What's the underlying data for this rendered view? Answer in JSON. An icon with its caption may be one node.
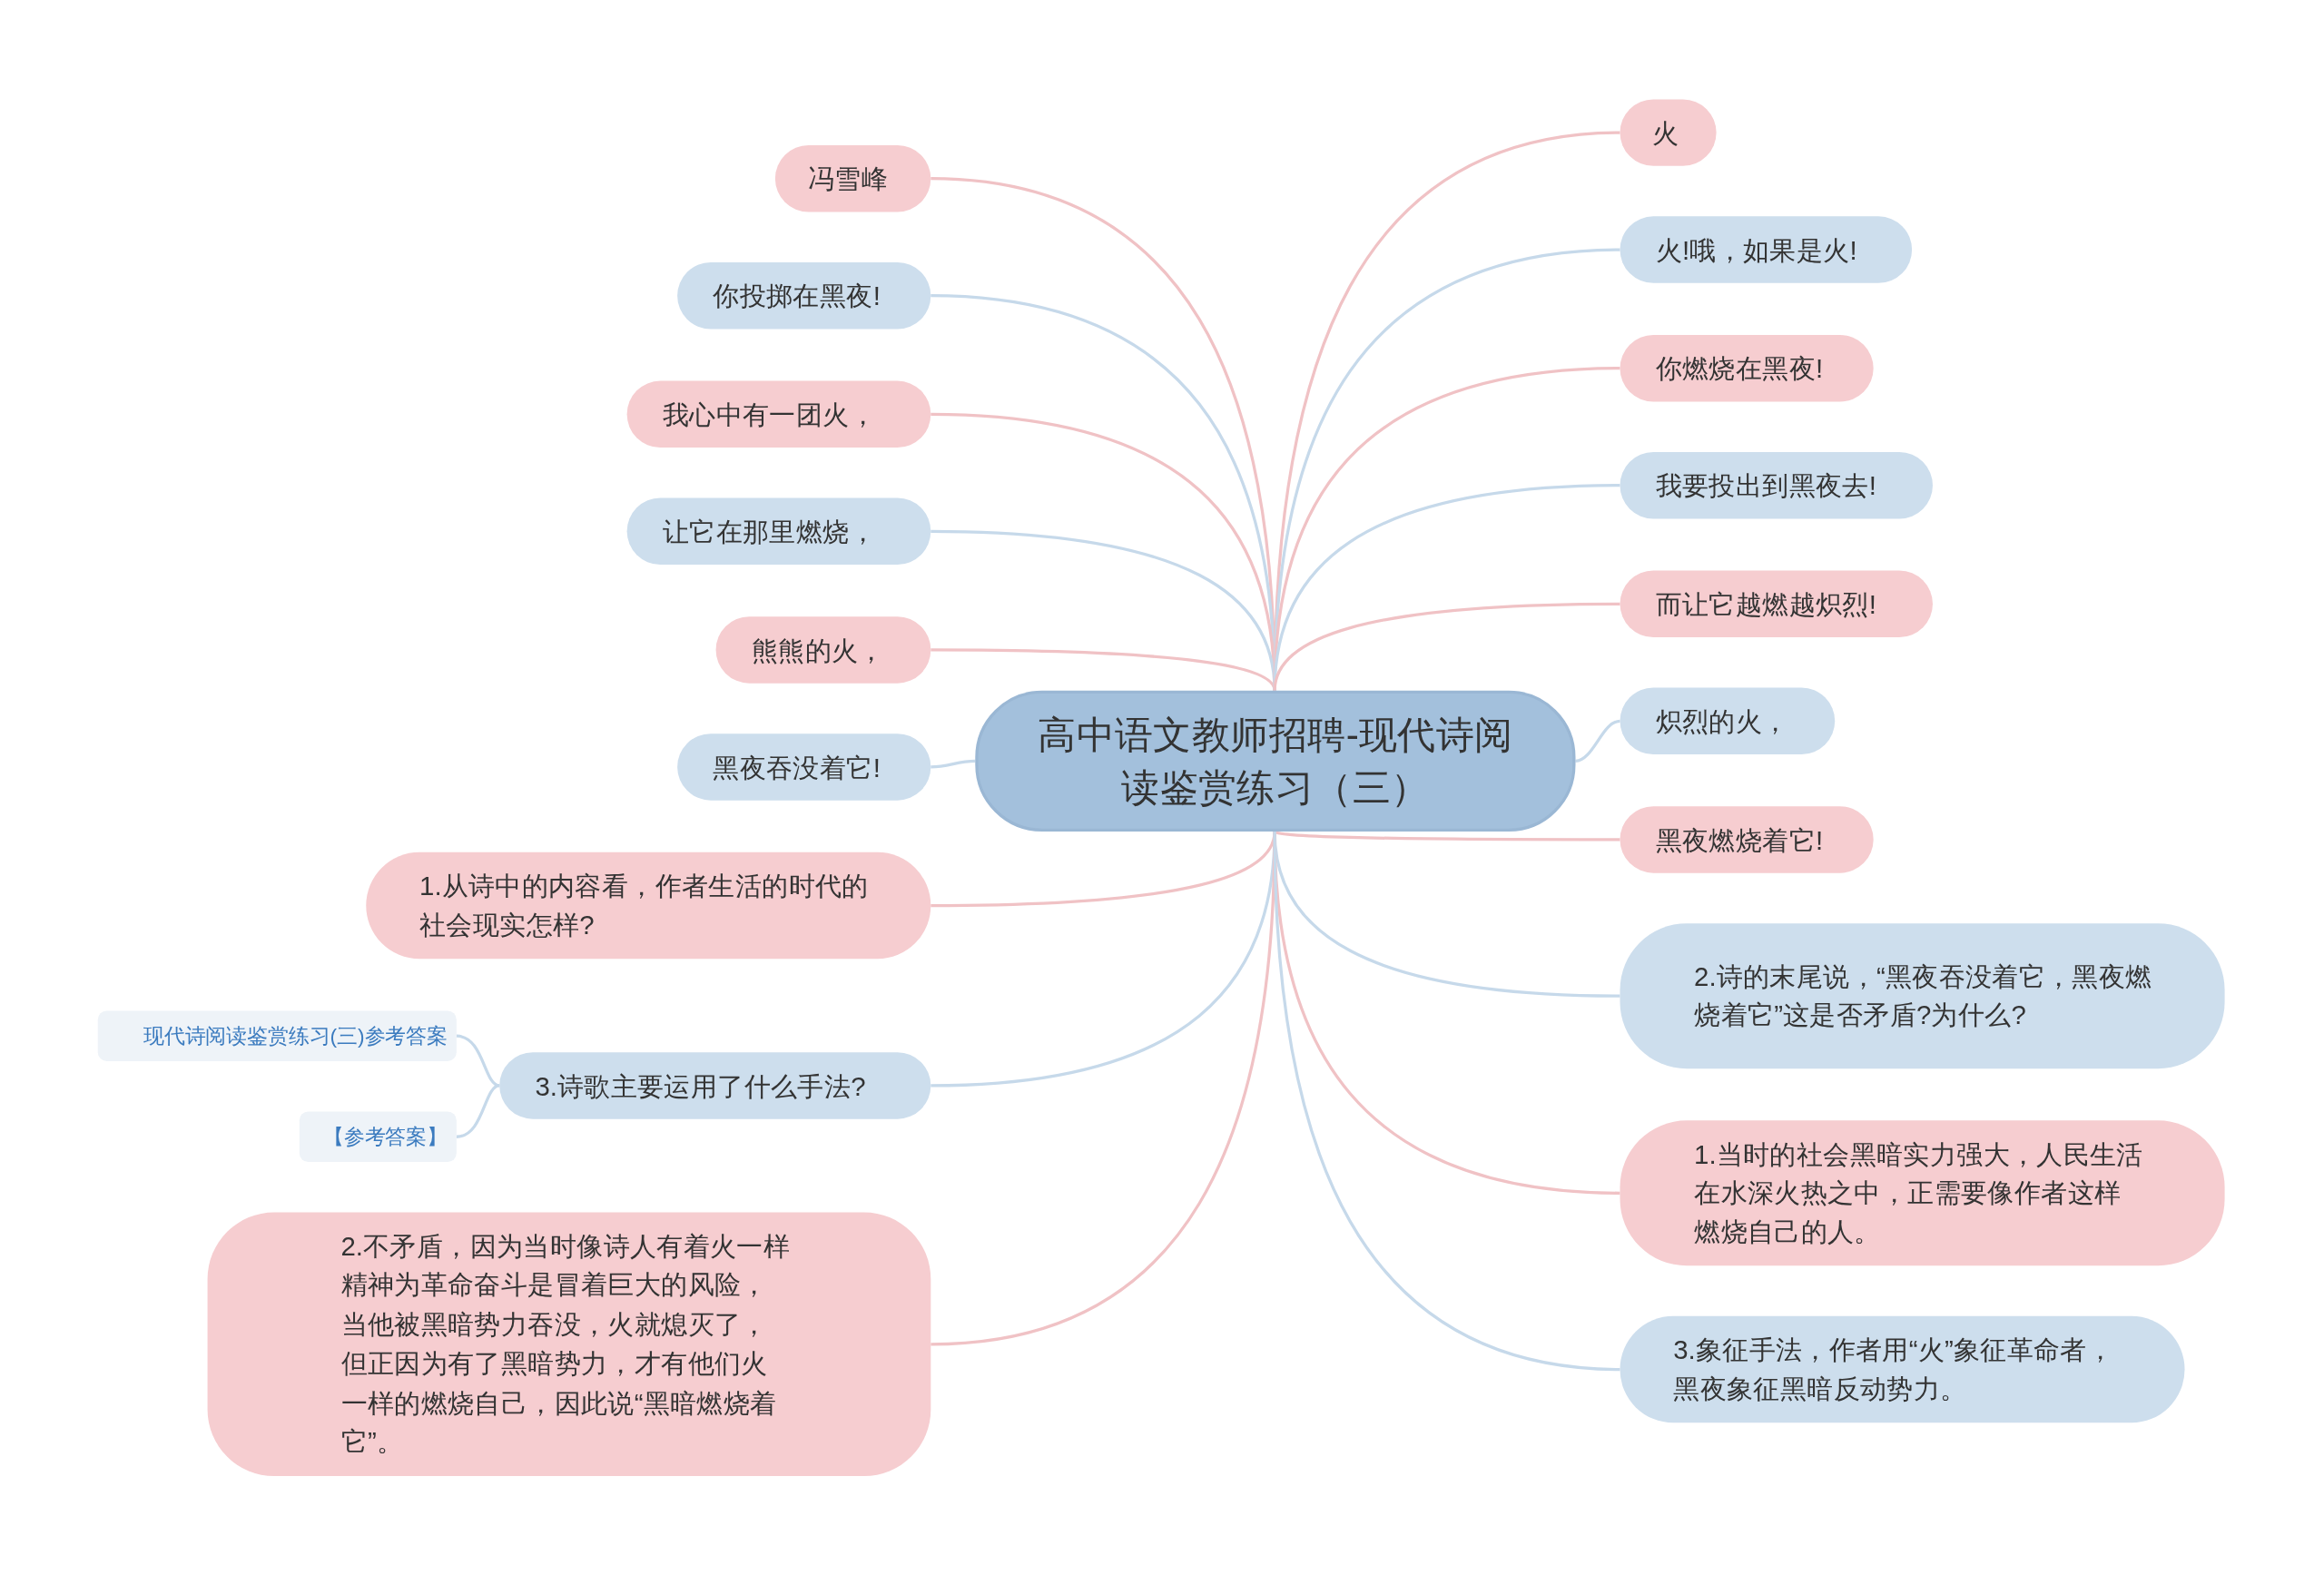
{
  "diagram": {
    "nodes": [
      {
        "text": [
          "高中语文教师招聘-现代诗阅读鉴赏练习（三）"
        ]
      },
      {
        "text": [
          "冯雪峰"
        ]
      },
      {
        "text": [
          "你投掷在黑夜!"
        ]
      },
      {
        "text": [
          "我心中有一团火，"
        ]
      },
      {
        "text": [
          "让它在那里燃烧，"
        ]
      },
      {
        "text": [
          "熊熊的火，"
        ]
      },
      {
        "text": [
          "黑夜吞没着它!"
        ]
      },
      {
        "text": [
          "1.从诗中的内容看，作者生活的时代的社会现实怎样?"
        ]
      },
      {
        "text": [
          "3.诗歌主要运用了什么手法?"
        ]
      },
      {
        "text": [
          "现代诗阅读鉴赏练习(三)参考答案"
        ]
      },
      {
        "text": [
          "【参考答案】"
        ]
      },
      {
        "text": [
          "2.不矛盾，因为当时像诗人有着火一样精神为革命奋斗是冒着巨大的风险，当他被黑暗势力吞没，火就熄灭了，但正因为有了黑暗势力，才有他们火一样的燃烧自己，因此说“黑暗燃烧着它”。"
        ]
      },
      {
        "text": [
          "火"
        ]
      },
      {
        "text": [
          "火!哦，如果是火!"
        ]
      },
      {
        "text": [
          "你燃烧在黑夜!"
        ]
      },
      {
        "text": [
          "我要投出到黑夜去!"
        ]
      },
      {
        "text": [
          "而让它越燃越炽烈!"
        ]
      },
      {
        "text": [
          "炽烈的火，"
        ]
      },
      {
        "text": [
          "黑夜燃烧着它!"
        ]
      },
      {
        "text": [
          "2.诗的末尾说，“黑夜吞没着它，黑夜燃烧着它”这是否矛盾?为什么?"
        ]
      },
      {
        "text": [
          "1.当时的社会黑暗实力强大，人民生活在水深火热之中，正需要像作者这样燃烧自己的人。"
        ]
      },
      {
        "text": [
          "3.象征手法，作者用“火”象征革命者，黑夜象征黑暗反动势力。"
        ]
      }
    ],
    "edges": [
      {
        "from": 0,
        "to": 1,
        "arrow": "none",
        "color": "#f0c2c5"
      },
      {
        "from": 0,
        "to": 2,
        "arrow": "none",
        "color": "#c6d9ea"
      },
      {
        "from": 0,
        "to": 3,
        "arrow": "none",
        "color": "#f0c2c5"
      },
      {
        "from": 0,
        "to": 4,
        "arrow": "none",
        "color": "#c6d9ea"
      },
      {
        "from": 0,
        "to": 5,
        "arrow": "none",
        "color": "#f0c2c5"
      },
      {
        "from": 0,
        "to": 6,
        "arrow": "none",
        "color": "#c6d9ea"
      },
      {
        "from": 0,
        "to": 7,
        "arrow": "none",
        "color": "#f0c2c5"
      },
      {
        "from": 0,
        "to": 8,
        "arrow": "none",
        "color": "#c6d9ea"
      },
      {
        "from": 8,
        "to": 9,
        "arrow": "none",
        "color": "#c6d9ea"
      },
      {
        "from": 8,
        "to": 10,
        "arrow": "none",
        "color": "#c6d9ea"
      },
      {
        "from": 0,
        "to": 11,
        "arrow": "none",
        "color": "#f0c2c5"
      },
      {
        "from": 0,
        "to": 12,
        "arrow": "none",
        "color": "#f0c2c5"
      },
      {
        "from": 0,
        "to": 13,
        "arrow": "none",
        "color": "#c6d9ea"
      },
      {
        "from": 0,
        "to": 14,
        "arrow": "none",
        "color": "#f0c2c5"
      },
      {
        "from": 0,
        "to": 15,
        "arrow": "none",
        "color": "#c6d9ea"
      },
      {
        "from": 0,
        "to": 16,
        "arrow": "none",
        "color": "#f0c2c5"
      },
      {
        "from": 0,
        "to": 17,
        "arrow": "none",
        "color": "#c6d9ea"
      },
      {
        "from": 0,
        "to": 18,
        "arrow": "none",
        "color": "#f0c2c5"
      },
      {
        "from": 0,
        "to": 19,
        "arrow": "none",
        "color": "#c6d9ea"
      },
      {
        "from": 0,
        "to": 20,
        "arrow": "none",
        "color": "#f0c2c5"
      },
      {
        "from": 0,
        "to": 21,
        "arrow": "none",
        "color": "#c6d9ea"
      }
    ]
  }
}
